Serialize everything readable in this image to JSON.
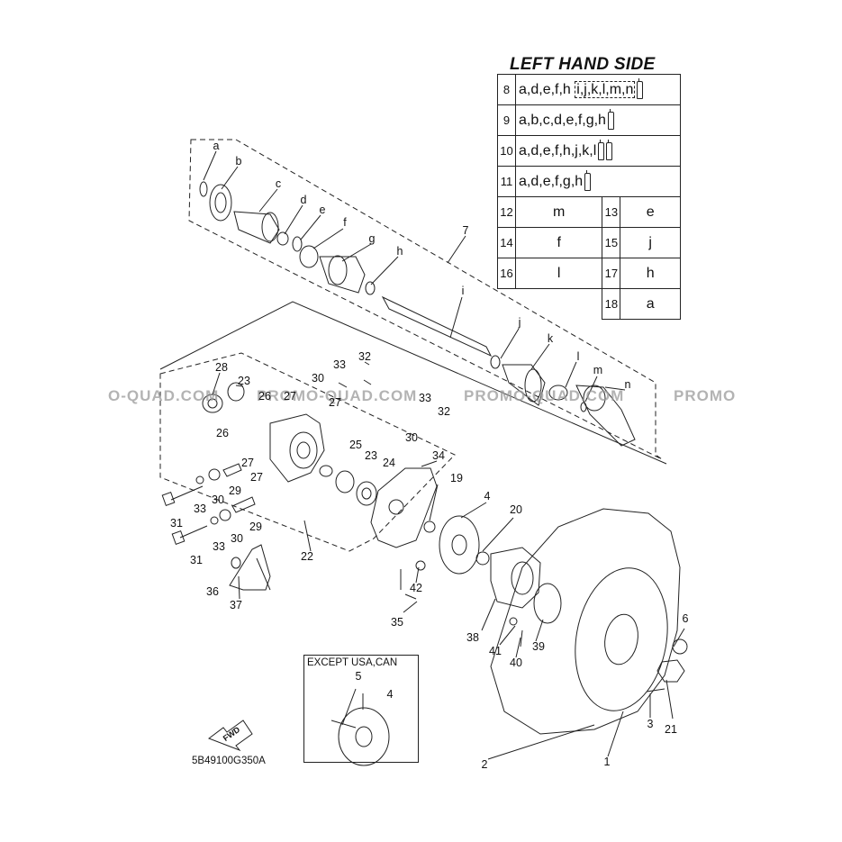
{
  "header": "LEFT HAND SIDE",
  "table": [
    {
      "no": "8",
      "parts": "a,d,e,f,h",
      "boxed": "i,j,k,l,m,n",
      "grease": 1
    },
    {
      "no": "9",
      "parts": "a,b,c,d,e,f,g,h",
      "grease": 1
    },
    {
      "no": "10",
      "parts": "a,d,e,f,h,j,k,l",
      "grease": 2
    },
    {
      "no": "11",
      "parts": "a,d,e,f,g,h",
      "grease": 1
    },
    {
      "no": "12",
      "val": "m",
      "no2": "13",
      "val2": "e"
    },
    {
      "no": "14",
      "val": "f",
      "no2": "15",
      "val2": "j"
    },
    {
      "no": "16",
      "val": "l",
      "no2": "17",
      "val2": "h"
    },
    {
      "no2": "18",
      "val2": "a"
    }
  ],
  "except_title": "EXCEPT USA,CAN",
  "diagram_code": "5B49100G350A",
  "fwd_label": "FWD",
  "watermarks": [
    "O-QUAD.COM",
    "PROMO-QUAD.COM",
    "PROMO-QUAD.COM",
    "PROMO"
  ],
  "part_labels": [
    "a",
    "b",
    "c",
    "d",
    "e",
    "f",
    "g",
    "h",
    "i",
    "j",
    "k",
    "l",
    "m",
    "n",
    "7",
    "32",
    "33",
    "28",
    "30",
    "23",
    "26",
    "27",
    "27",
    "25",
    "23",
    "24",
    "26",
    "27",
    "27",
    "30",
    "32",
    "33",
    "34",
    "19",
    "4",
    "20",
    "29",
    "30",
    "33",
    "31",
    "29",
    "30",
    "33",
    "31",
    "22",
    "36",
    "37",
    "42",
    "35",
    "38",
    "41",
    "40",
    "39",
    "6",
    "3",
    "21",
    "2",
    "1",
    "5",
    "4"
  ]
}
